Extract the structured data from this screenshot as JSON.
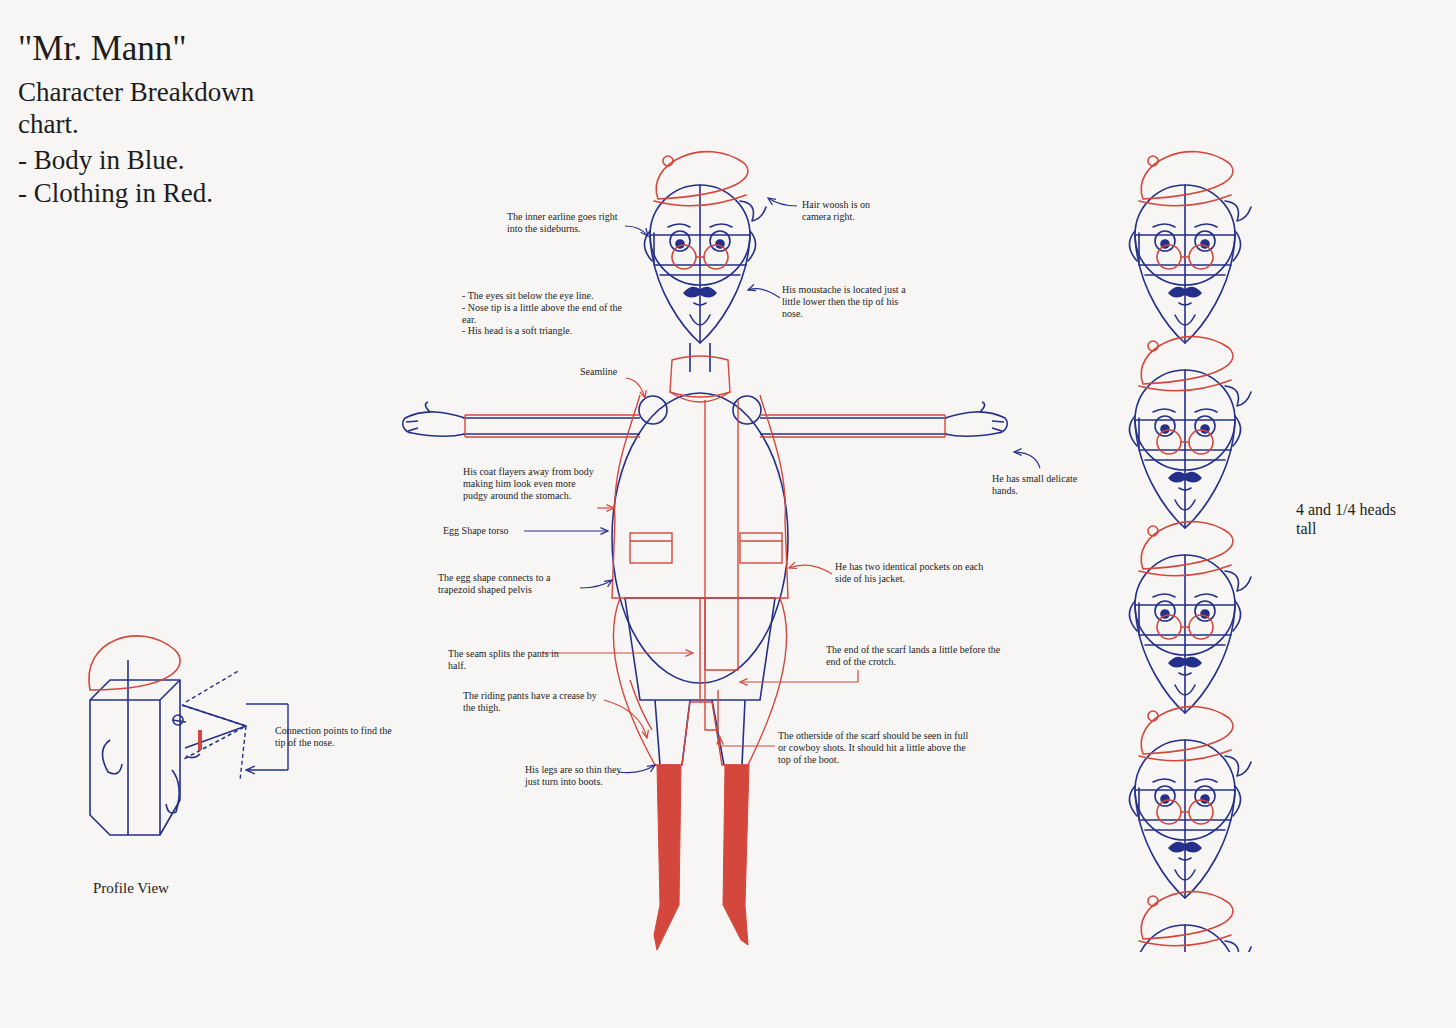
{
  "diagram": {
    "title": "\"Mr. Mann\"",
    "labels": [
      "Character Breakdown chart.",
      "- Body in Blue.",
      "- Clothing in Red.",
      "The inner earline goes right into the sideburns.",
      "Hair woosh is on camera right.",
      "- The eyes sit below the eye line.",
      "- Nose tip is a little above the end of the ear.",
      "- His head is a soft triangle.",
      "His moustache is located just a little lower then the tip of his nose.",
      "Seamline",
      "His coat flayers away from body making him look even more pudgy around the stomach.",
      "He has small delicate hands.",
      "Egg Shape torso",
      "The egg shape connects to a trapezoid shaped pelvis",
      "He has two identical pockets on each side of his jacket.",
      "The seam splits the pants in half.",
      "The end of the scarf lands a little before the end of the crotch.",
      "The riding pants have a crease by the thigh.",
      "The otherside of the scarf should be seen in full or cowboy shots. It should hit a little above the top of the boot.",
      "His legs are so thin they just turn into boots.",
      "Connection points to find the tip of the nose.",
      "Profile View",
      "4 and 1/4 heads tall"
    ]
  }
}
